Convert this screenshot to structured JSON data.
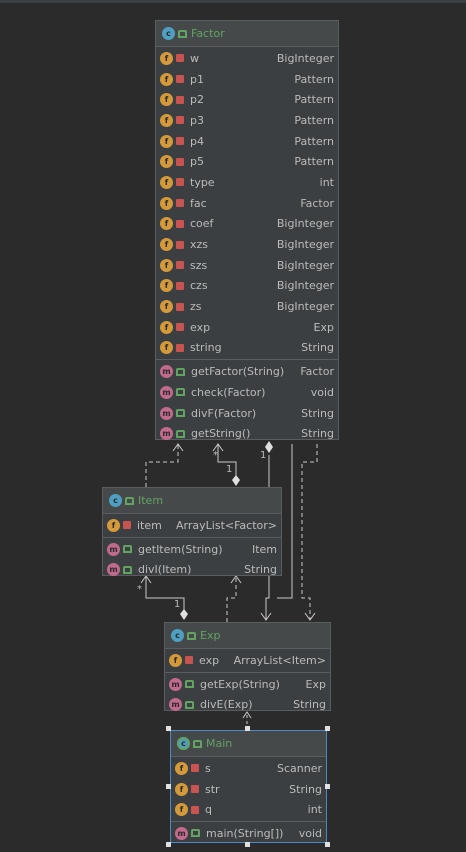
{
  "classes": {
    "factor": {
      "name": "Factor",
      "icon": "class-icon",
      "fields": [
        {
          "name": "w",
          "type": "BigInteger"
        },
        {
          "name": "p1",
          "type": "Pattern"
        },
        {
          "name": "p2",
          "type": "Pattern"
        },
        {
          "name": "p3",
          "type": "Pattern"
        },
        {
          "name": "p4",
          "type": "Pattern"
        },
        {
          "name": "p5",
          "type": "Pattern"
        },
        {
          "name": "type",
          "type": "int"
        },
        {
          "name": "fac",
          "type": "Factor"
        },
        {
          "name": "coef",
          "type": "BigInteger"
        },
        {
          "name": "xzs",
          "type": "BigInteger"
        },
        {
          "name": "szs",
          "type": "BigInteger"
        },
        {
          "name": "czs",
          "type": "BigInteger"
        },
        {
          "name": "zs",
          "type": "BigInteger"
        },
        {
          "name": "exp",
          "type": "Exp"
        },
        {
          "name": "string",
          "type": "String"
        }
      ],
      "methods": [
        {
          "name": "getFactor(String)",
          "type": "Factor"
        },
        {
          "name": "check(Factor)",
          "type": "void"
        },
        {
          "name": "divF(Factor)",
          "type": "String"
        },
        {
          "name": "getString()",
          "type": "String"
        }
      ]
    },
    "item": {
      "name": "Item",
      "icon": "class-icon",
      "fields": [
        {
          "name": "item",
          "type": "ArrayList<Factor>"
        }
      ],
      "methods": [
        {
          "name": "getItem(String)",
          "type": "Item"
        },
        {
          "name": "divI(Item)",
          "type": "String"
        }
      ]
    },
    "exp": {
      "name": "Exp",
      "icon": "class-icon",
      "fields": [
        {
          "name": "exp",
          "type": "ArrayList<Item>"
        }
      ],
      "methods": [
        {
          "name": "getExp(String)",
          "type": "Exp"
        },
        {
          "name": "divE(Exp)",
          "type": "String"
        }
      ]
    },
    "main": {
      "name": "Main",
      "icon": "main-class-icon",
      "fields": [
        {
          "name": "s",
          "type": "Scanner"
        },
        {
          "name": "str",
          "type": "String"
        },
        {
          "name": "q",
          "type": "int"
        }
      ],
      "methods": [
        {
          "name": "main(String[])",
          "type": "void"
        }
      ]
    }
  },
  "labels": {
    "item_factor_star": "*",
    "item_factor_one": "1",
    "exp_factor_one": "1",
    "exp_item_star": "*",
    "exp_item_one": "1"
  },
  "colors": {
    "background": "#2b2b2b",
    "class_name": "#62a362",
    "field_icon": "#d49a3a",
    "method_icon": "#c26a8e",
    "selection": "#4a88c7"
  }
}
